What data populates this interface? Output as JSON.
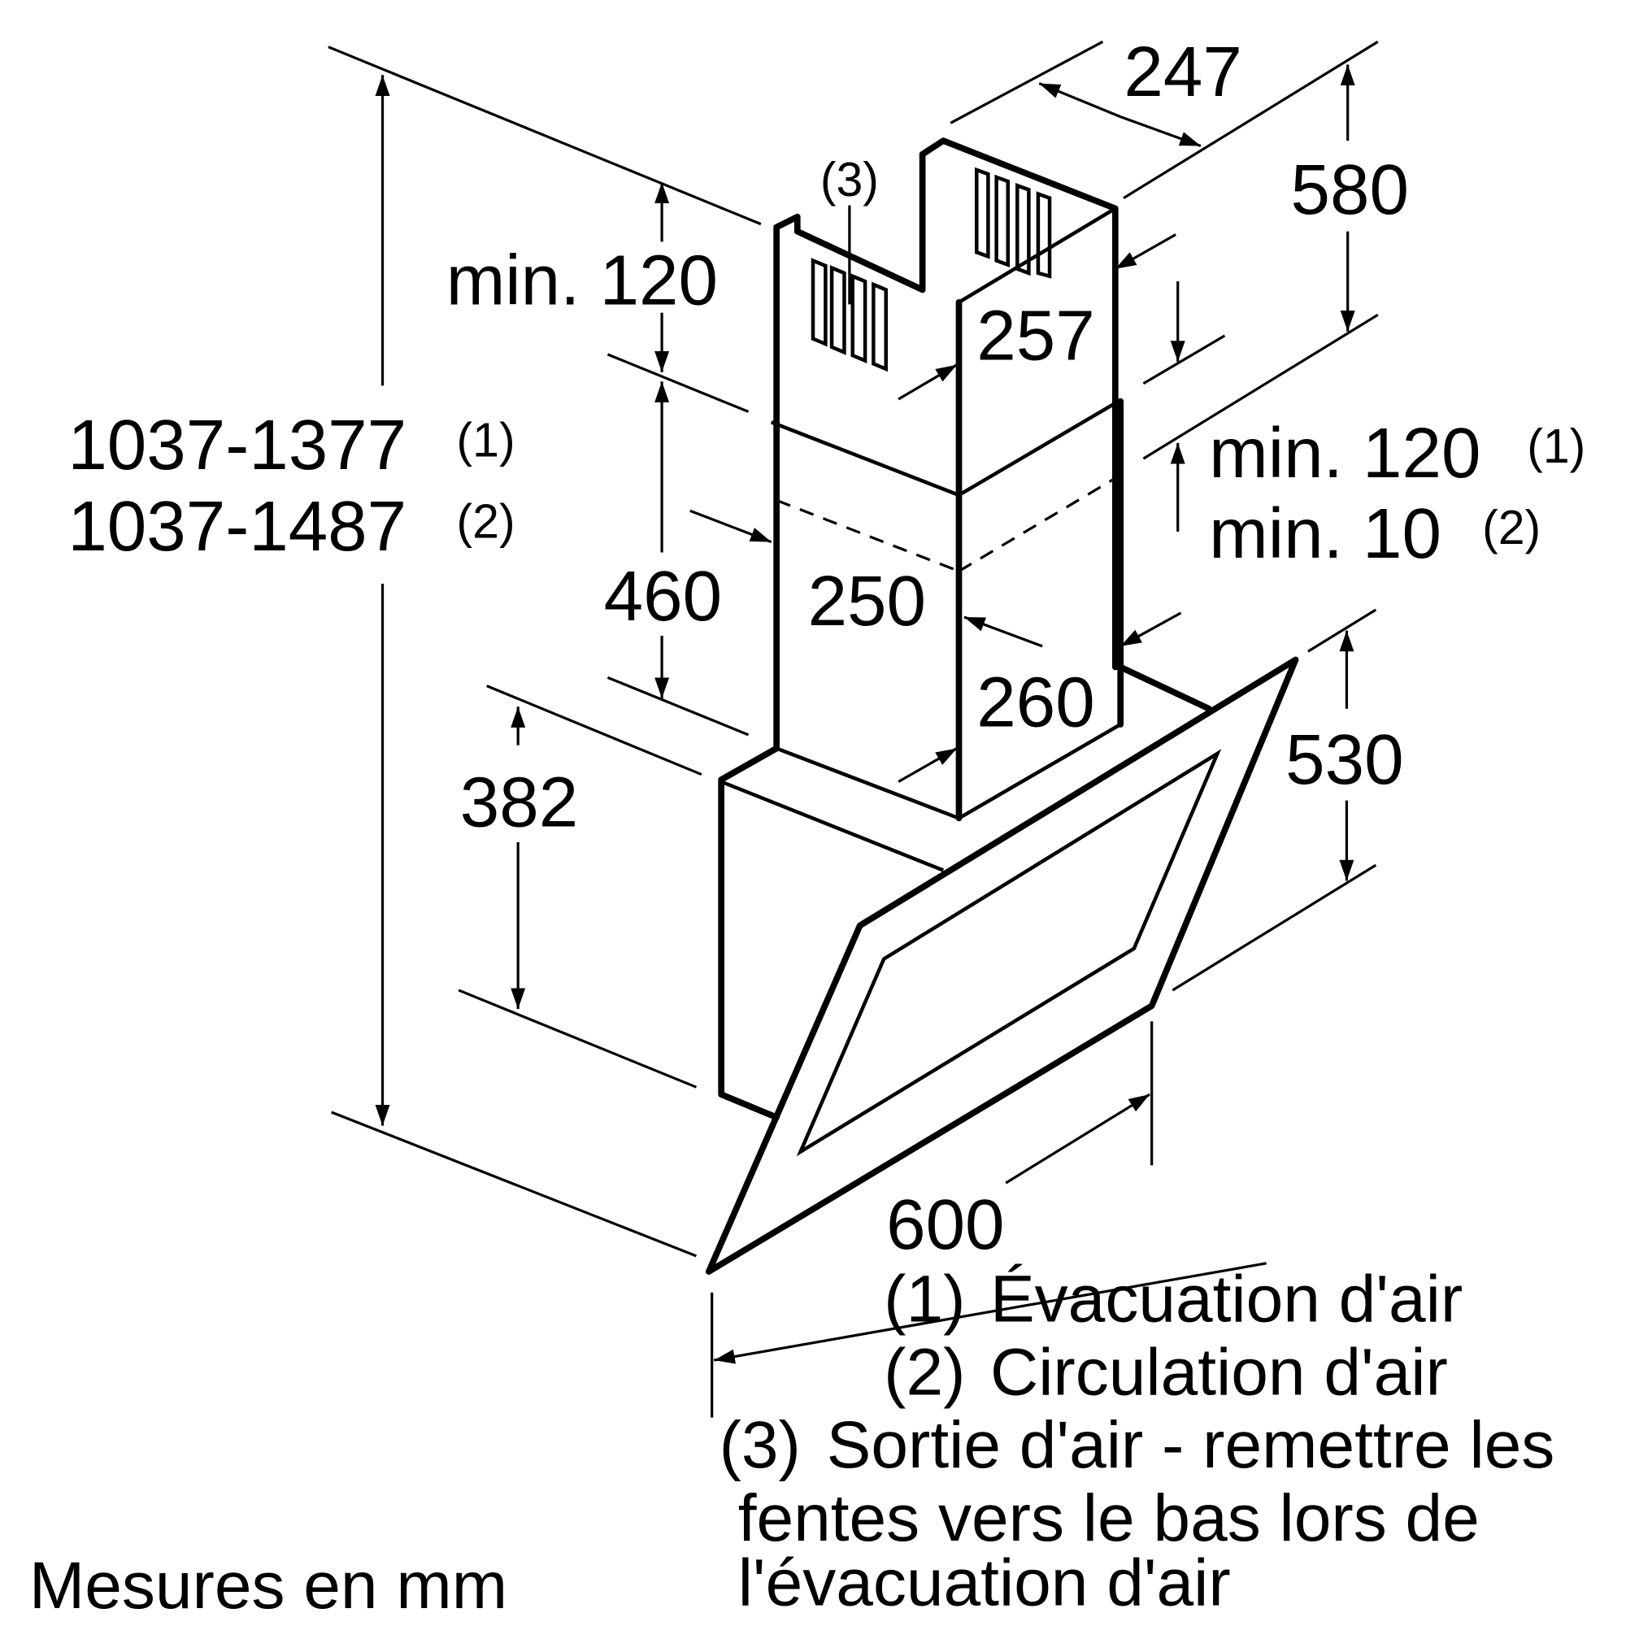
{
  "dimensions": {
    "d247": "247",
    "d580": "580",
    "min120_top": "min. 120",
    "d257": "257",
    "height_range_1": "1037-1377",
    "height_range_1_ref": "(1)",
    "height_range_2": "1037-1487",
    "height_range_2_ref": "(2)",
    "min120_right": "min. 120",
    "min120_right_ref": "(1)",
    "min10_right": "min. 10",
    "min10_right_ref": "(2)",
    "d460": "460",
    "d250": "250",
    "d260": "260",
    "d530": "530",
    "d382": "382",
    "d600": "600",
    "callout_3": "(3)"
  },
  "legend": [
    {
      "ref": "(1)",
      "text": "Évacuation d'air"
    },
    {
      "ref": "(2)",
      "text": "Circulation d'air"
    },
    {
      "ref": "(3)",
      "text": "Sortie d'air - remettre les",
      "cont": [
        "fentes vers le bas lors de",
        "l'évacuation d'air"
      ]
    }
  ],
  "units_note": "Mesures en mm"
}
